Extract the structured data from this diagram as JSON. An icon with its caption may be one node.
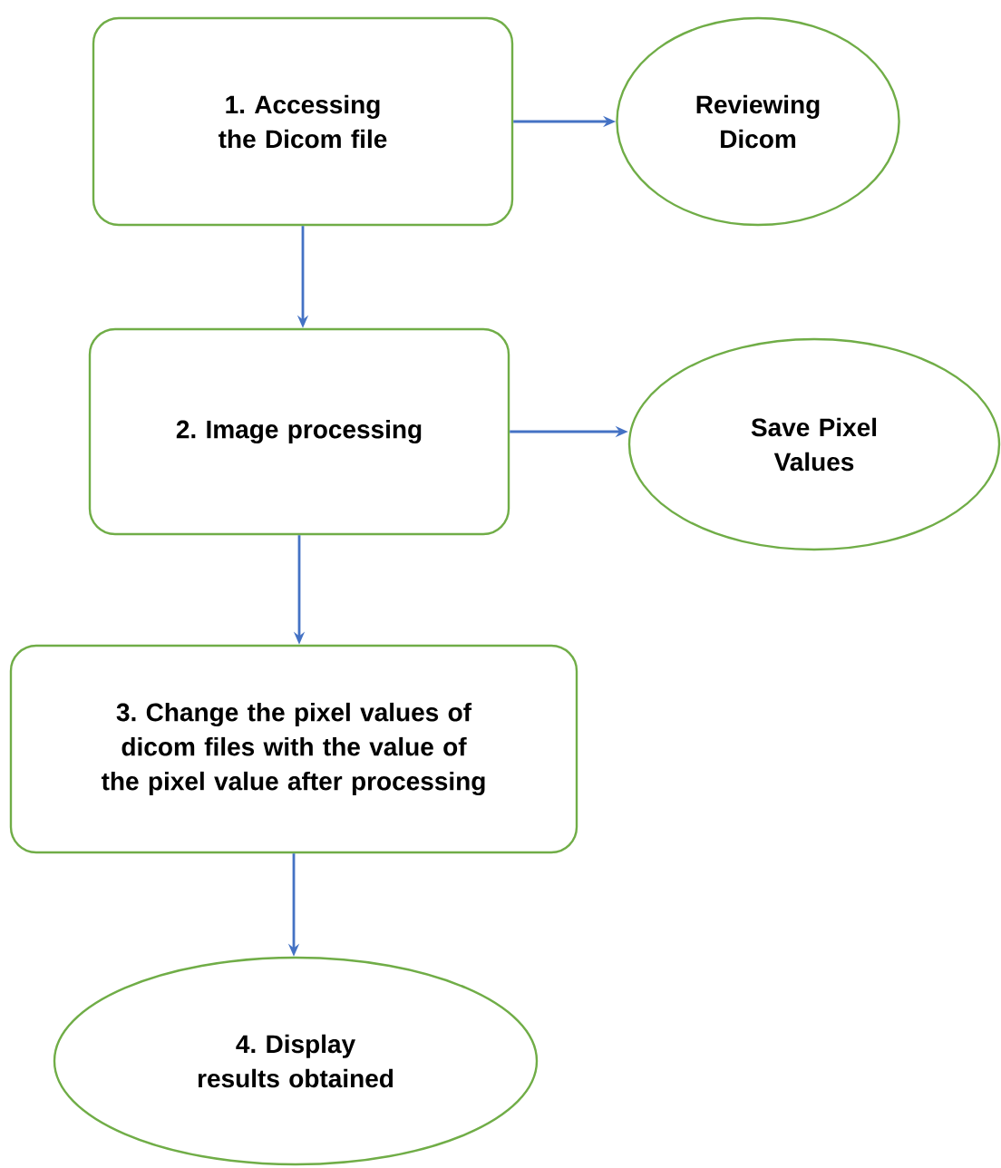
{
  "diagram": {
    "nodes": [
      {
        "text": [
          "1. Accessing the Dicom file"
        ]
      },
      {
        "text": [
          "Reviewing Dicom"
        ]
      },
      {
        "text": [
          "2. Image processing"
        ]
      },
      {
        "text": [
          "Save Pixel Values"
        ]
      },
      {
        "text": [
          "3. Change the pixel values of dicom files with the value of the pixel value after processing"
        ]
      },
      {
        "text": [
          "4. Display results obtained"
        ]
      }
    ],
    "edges": [
      {
        "from": 0,
        "to": 1,
        "arrow": "to"
      },
      {
        "from": 0,
        "to": 2,
        "arrow": "to"
      },
      {
        "from": 2,
        "to": 3,
        "arrow": "to"
      },
      {
        "from": 2,
        "to": 4,
        "arrow": "to"
      },
      {
        "from": 4,
        "to": 5,
        "arrow": "to"
      }
    ]
  }
}
